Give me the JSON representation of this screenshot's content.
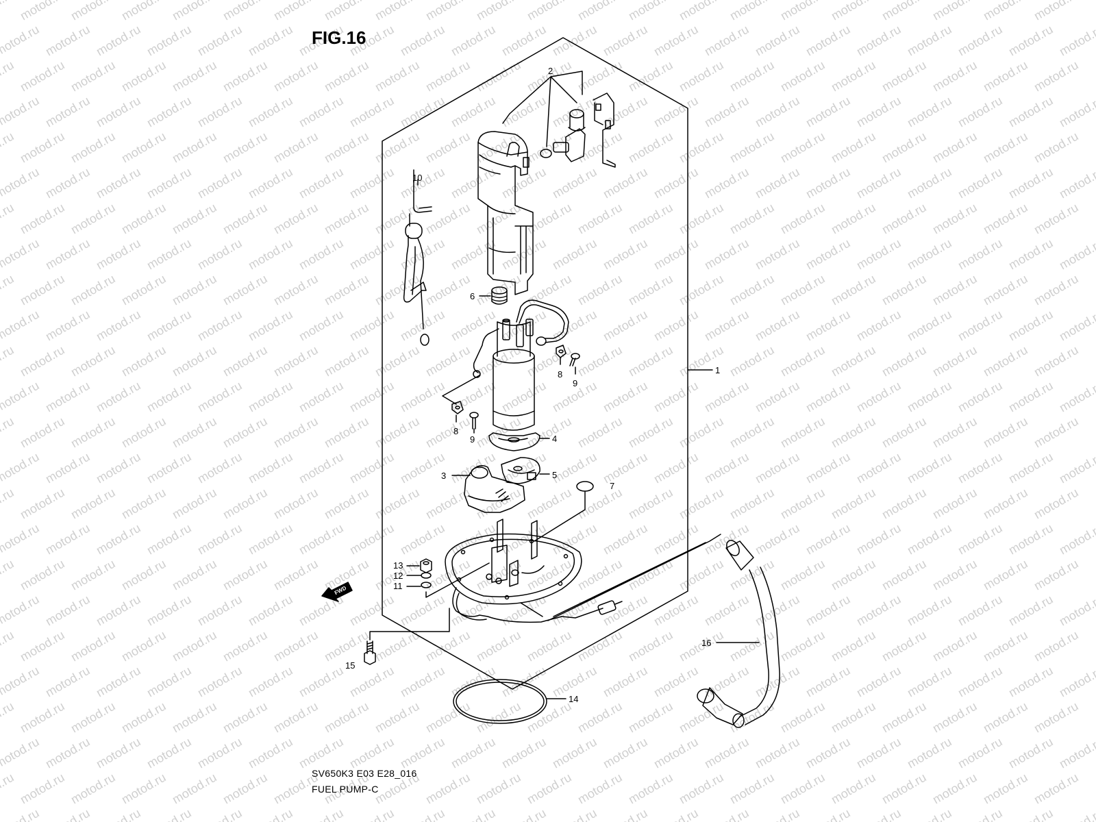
{
  "figure_title": "FIG.16",
  "watermark_text": "motod.ru",
  "footer": {
    "code": "SV650K3 E03 E28_016",
    "name": "FUEL PUMP-C"
  },
  "fwd_label": "FWD",
  "callouts": {
    "c1": "1",
    "c2": "2",
    "c3": "3",
    "c4": "4",
    "c5": "5",
    "c6": "6",
    "c7": "7",
    "c8a": "8",
    "c8b": "8",
    "c9a": "9",
    "c9b": "9",
    "c10": "10",
    "c11": "11",
    "c12": "12",
    "c13": "13",
    "c14": "14",
    "c15": "15",
    "c16": "16"
  },
  "colors": {
    "line": "#000000",
    "watermark": "#cfcfcf"
  }
}
